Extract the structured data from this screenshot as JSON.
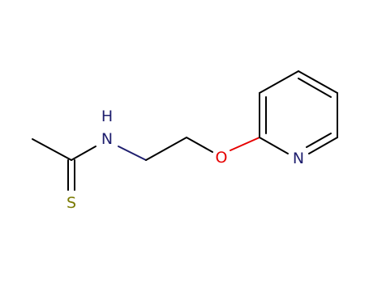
{
  "molecule": {
    "atoms": {
      "thione_sulfur": {
        "label": "S",
        "color": "#7a7a00"
      },
      "amide_hydrogen": {
        "label": "H",
        "color": "#1e1e6e"
      },
      "amide_nitrogen": {
        "label": "N",
        "color": "#1e1e6e"
      },
      "ether_oxygen": {
        "label": "O",
        "color": "#e60000"
      },
      "ring_nitrogen": {
        "label": "N",
        "color": "#1e1e6e"
      }
    },
    "bond_color": "#000000"
  }
}
